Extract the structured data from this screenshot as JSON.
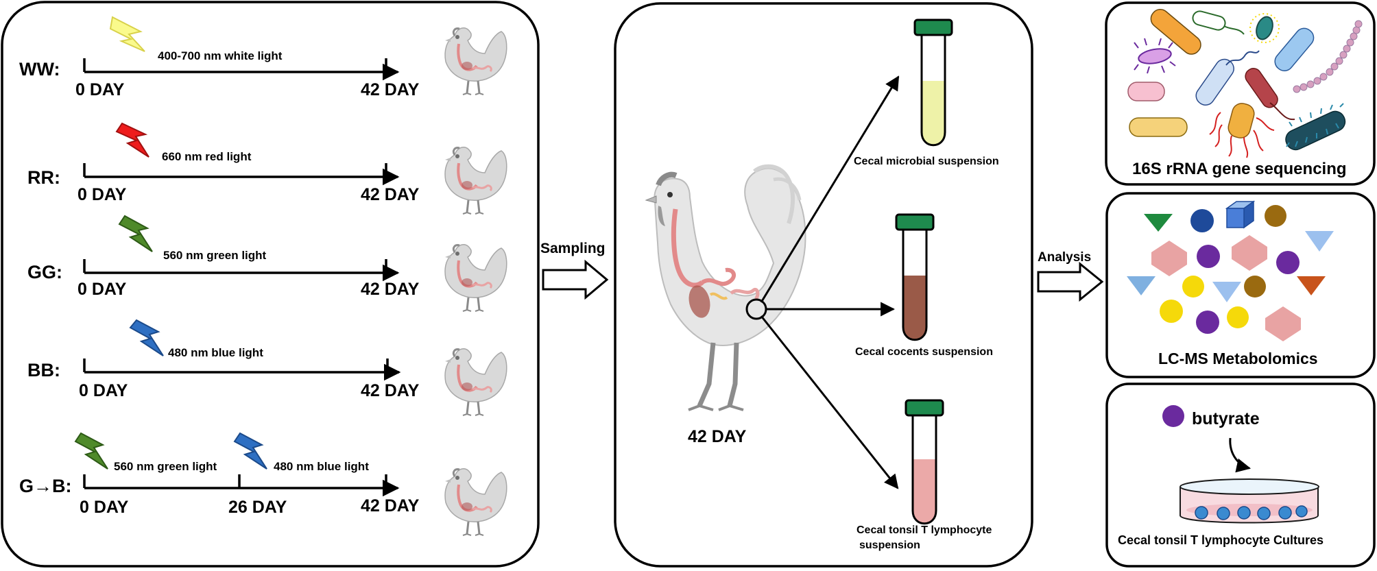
{
  "groups": [
    {
      "code": "WW:",
      "light": "400-700 nm white light",
      "bolt_color": "#f7f34a",
      "bolt_stroke": "#c9c24a",
      "start": "0 DAY",
      "end": "42 DAY"
    },
    {
      "code": "RR:",
      "light": "660 nm red light",
      "bolt_color": "#ee1c1c",
      "bolt_stroke": "#a01010",
      "start": "0 DAY",
      "end": "42 DAY"
    },
    {
      "code": "GG:",
      "light": "560 nm green light",
      "bolt_color": "#4f8a2a",
      "bolt_stroke": "#2d5a16",
      "start": "0 DAY",
      "end": "42 DAY"
    },
    {
      "code": "BB:",
      "light": "480 nm blue light",
      "bolt_color": "#2e6fc2",
      "bolt_stroke": "#1b4a8a",
      "start": "0 DAY",
      "end": "42 DAY"
    }
  ],
  "switch_group": {
    "code": "G→B:",
    "light1": "560 nm green light",
    "light1_color": "#4f8a2a",
    "light2": "480 nm blue light",
    "light2_color": "#2e6fc2",
    "start": "0 DAY",
    "mid": "26 DAY",
    "end": "42 DAY"
  },
  "sampling_label": "Sampling",
  "sampling_day": "42 DAY",
  "samples": [
    {
      "label": "Cecal microbial suspension",
      "fill": "#eef2a8"
    },
    {
      "label": "Cecal cocents suspension",
      "fill": "#9a5a48"
    },
    {
      "label_line1": "Cecal tonsil T lymphocyte",
      "label_line2": "suspension",
      "fill": "#eba9a8"
    }
  ],
  "analysis_label": "Analysis",
  "results": {
    "sequencing": "16S rRNA gene sequencing",
    "metabolomics": "LC-MS Metabolomics",
    "butyrate": "butyrate",
    "cultures": "Cecal tonsil T lymphocyte Cultures"
  },
  "icons": [
    "lightning-bolt-icon",
    "chicken-icon",
    "rooster-icon",
    "test-tube-icon",
    "bacteria-icon",
    "metabolite-shape-icon",
    "petri-dish-icon",
    "butyrate-molecule-icon",
    "hollow-arrow-icon"
  ],
  "colors": {
    "purple": "#6a2a9e",
    "navy": "#1e4a9a",
    "yellow": "#f5d90a",
    "brown": "#9a6a10",
    "pink": "#e8a3a3",
    "lightblue": "#7fb0e0",
    "orange": "#c8531b",
    "green": "#1e8a3e",
    "tube_cap": "#1e8a4e"
  }
}
